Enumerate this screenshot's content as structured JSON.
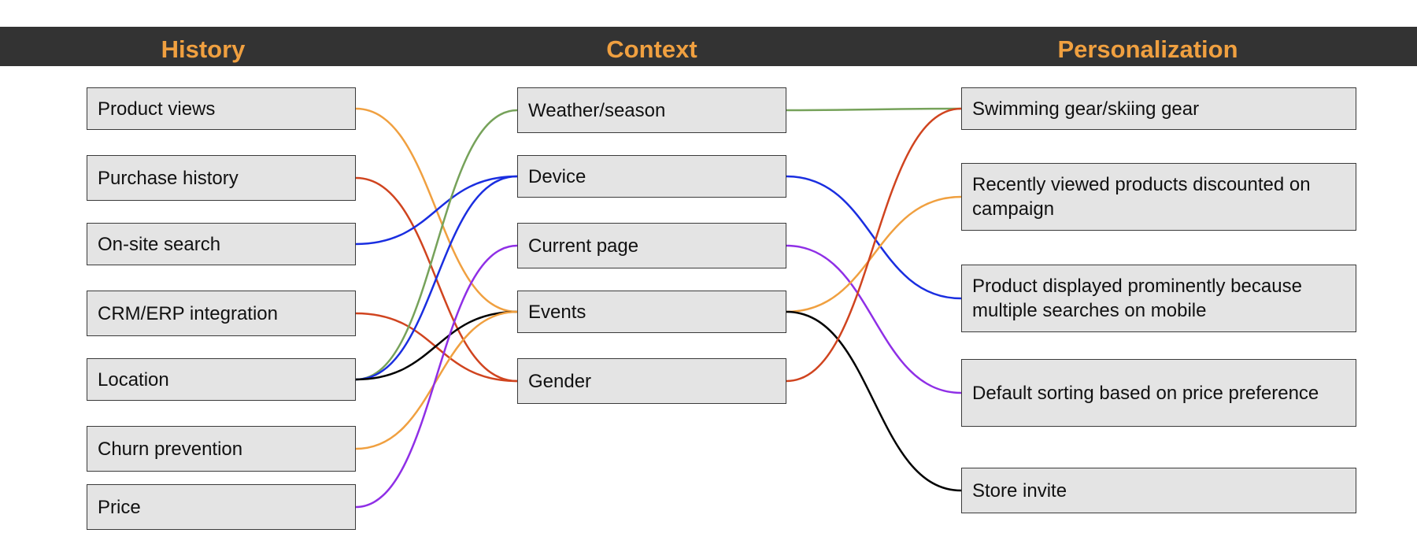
{
  "columns": {
    "history": "History",
    "context": "Context",
    "personalization": "Personalization"
  },
  "colors": {
    "header_bg": "#333333",
    "title": "#f0a040",
    "orange": "#f0a040",
    "red": "#d0441f",
    "blue": "#1a2ee0",
    "green": "#76a25a",
    "purple": "#8f2fe6",
    "black": "#000000"
  },
  "history": [
    {
      "id": "product_views",
      "label": "Product views"
    },
    {
      "id": "purchase_history",
      "label": "Purchase history"
    },
    {
      "id": "onsite_search",
      "label": "On-site search"
    },
    {
      "id": "crm_erp",
      "label": "CRM/ERP integration"
    },
    {
      "id": "location",
      "label": "Location"
    },
    {
      "id": "churn",
      "label": "Churn prevention"
    },
    {
      "id": "price",
      "label": "Price"
    }
  ],
  "context": [
    {
      "id": "weather",
      "label": "Weather/season"
    },
    {
      "id": "device",
      "label": "Device"
    },
    {
      "id": "current_page",
      "label": "Current page"
    },
    {
      "id": "events",
      "label": "Events"
    },
    {
      "id": "gender",
      "label": "Gender"
    }
  ],
  "personalization": [
    {
      "id": "swimming",
      "label": "Swimming gear/skiing gear"
    },
    {
      "id": "recently_viewed",
      "label": "Recently viewed products discounted on campaign"
    },
    {
      "id": "prominent",
      "label": "Product displayed prominently because multiple searches on mobile"
    },
    {
      "id": "sorting",
      "label": "Default sorting based on price preference"
    },
    {
      "id": "store_invite",
      "label": "Store invite"
    }
  ],
  "connections": [
    {
      "from": "product_views",
      "to": "events",
      "color": "orange"
    },
    {
      "from": "purchase_history",
      "to": "gender",
      "color": "red"
    },
    {
      "from": "onsite_search",
      "to": "device",
      "color": "blue"
    },
    {
      "from": "crm_erp",
      "to": "gender",
      "color": "red"
    },
    {
      "from": "location",
      "to": "weather",
      "color": "green"
    },
    {
      "from": "location",
      "to": "device",
      "color": "blue"
    },
    {
      "from": "location",
      "to": "events",
      "color": "black"
    },
    {
      "from": "churn",
      "to": "events",
      "color": "orange"
    },
    {
      "from": "price",
      "to": "current_page",
      "color": "purple"
    },
    {
      "from": "weather",
      "to": "swimming",
      "color": "green"
    },
    {
      "from": "device",
      "to": "prominent",
      "color": "blue"
    },
    {
      "from": "current_page",
      "to": "sorting",
      "color": "purple"
    },
    {
      "from": "events",
      "to": "recently_viewed",
      "color": "orange"
    },
    {
      "from": "events",
      "to": "store_invite",
      "color": "black"
    },
    {
      "from": "gender",
      "to": "swimming",
      "color": "red"
    }
  ]
}
